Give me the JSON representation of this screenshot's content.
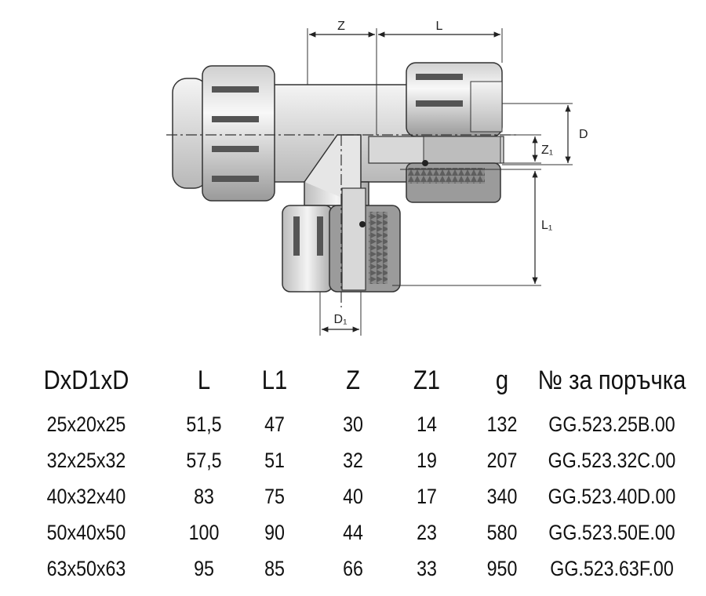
{
  "drawing": {
    "dimension_labels": {
      "z": "Z",
      "l": "L",
      "d": "D",
      "z1": "Z₁",
      "l1": "L₁",
      "d1": "D₁"
    }
  },
  "table": {
    "headers": [
      "DxD1xD",
      "L",
      "L1",
      "Z",
      "Z1",
      "g",
      "№ за поръчка"
    ],
    "rows": [
      [
        "25x20x25",
        "51,5",
        "47",
        "30",
        "14",
        "132",
        "GG.523.25B.00"
      ],
      [
        "32x25x32",
        "57,5",
        "51",
        "32",
        "19",
        "207",
        "GG.523.32C.00"
      ],
      [
        "40x32x40",
        "83",
        "75",
        "40",
        "17",
        "340",
        "GG.523.40D.00"
      ],
      [
        "50x40x50",
        "100",
        "90",
        "44",
        "23",
        "580",
        "GG.523.50E.00"
      ],
      [
        "63x50x63",
        "95",
        "85",
        "66",
        "33",
        "950",
        "GG.523.63F.00"
      ]
    ]
  }
}
